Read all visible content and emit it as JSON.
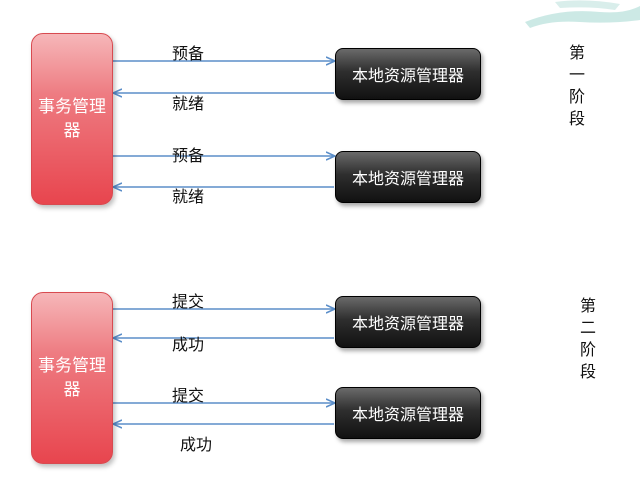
{
  "phase1": {
    "coordinator": "事务管理器",
    "resource_managers": [
      "本地资源管理器",
      "本地资源管理器"
    ],
    "messages": [
      {
        "request": "预备",
        "response": "就绪"
      },
      {
        "request": "预备",
        "response": "就绪"
      }
    ],
    "phase_label": [
      "第",
      "一",
      "阶",
      "段"
    ]
  },
  "phase2": {
    "coordinator": "事务管理器",
    "resource_managers": [
      "本地资源管理器",
      "本地资源管理器"
    ],
    "messages": [
      {
        "request": "提交",
        "response": "成功"
      },
      {
        "request": "提交",
        "response": "成功"
      }
    ],
    "phase_label": [
      "第",
      "二",
      "阶",
      "段"
    ]
  },
  "colors": {
    "coordinator": "#e8454e",
    "resource_manager": "#1a1a1a",
    "arrow": "#5b8ec9",
    "decoration": "#bfe3df"
  }
}
